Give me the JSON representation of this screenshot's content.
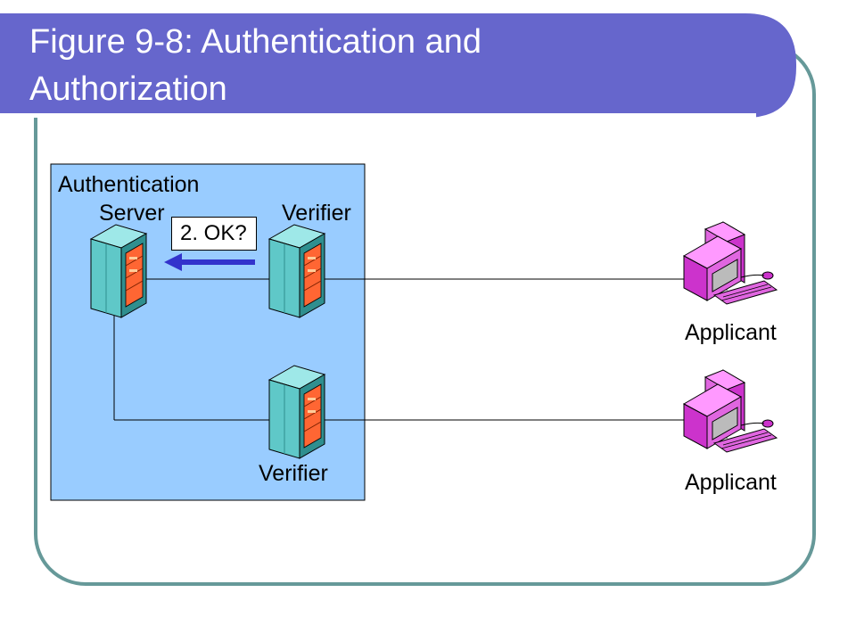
{
  "slide": {
    "title_line1": "Figure 9-8: Authentication and",
    "title_line2": "Authorization"
  },
  "diagram": {
    "region_label": "Authentication",
    "server_label": "Server",
    "verifier_top_label": "Verifier",
    "verifier_bottom_label": "Verifier",
    "message": "2. OK?",
    "applicant_top_label": "Applicant",
    "applicant_bottom_label": "Applicant",
    "colors": {
      "title_bar": "#6666cc",
      "frame": "#669999",
      "region_fill": "#99ccff",
      "server_body": "#5fc8c8",
      "server_panel": "#ff6633",
      "computer": "#cc33cc",
      "arrow": "#3333cc"
    }
  }
}
